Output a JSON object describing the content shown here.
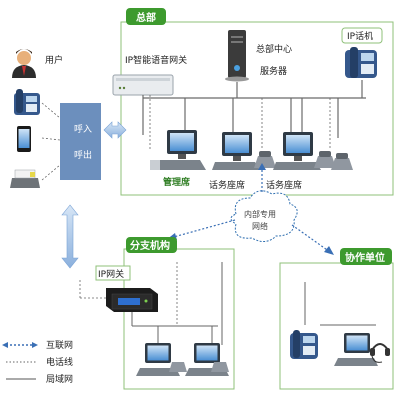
{
  "headquarters": {
    "title": "总部",
    "ip_voice_gateway": "IP智能语音网关",
    "center_server_line1": "总部中心",
    "center_server_line2": "服务器",
    "ip_phone": "IP话机",
    "management_seat": "管理席",
    "agent_seat_1": "话务座席",
    "agent_seat_2": "话务座席"
  },
  "left": {
    "user": "用户",
    "call_in": "呼入",
    "call_out": "呼出"
  },
  "network": {
    "private_line_1": "内部专用",
    "private_line_2": "网络"
  },
  "branch": {
    "title": "分支机构",
    "ip_gateway": "IP网关"
  },
  "partner": {
    "title": "协作单位"
  },
  "legend": {
    "internet": "互联网",
    "telephone_line": "电话线",
    "lan": "局域网"
  },
  "colors": {
    "green_tag": "#3d9a2e",
    "box_border": "#8fc07a",
    "blue_arrow": "#7aa3d6",
    "call_box": "#6c8fbd",
    "server": "#3b3b3b",
    "dot_line": "#3a6fb5"
  }
}
